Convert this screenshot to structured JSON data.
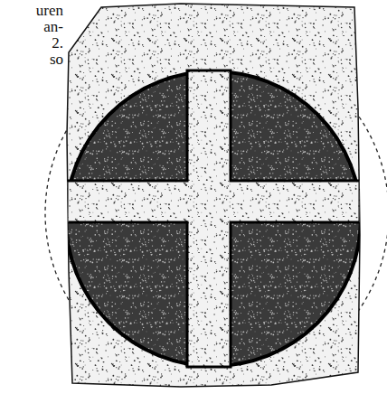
{
  "diagram": {
    "labels": [
      "uren",
      "an-",
      "2.",
      "so"
    ]
  }
}
